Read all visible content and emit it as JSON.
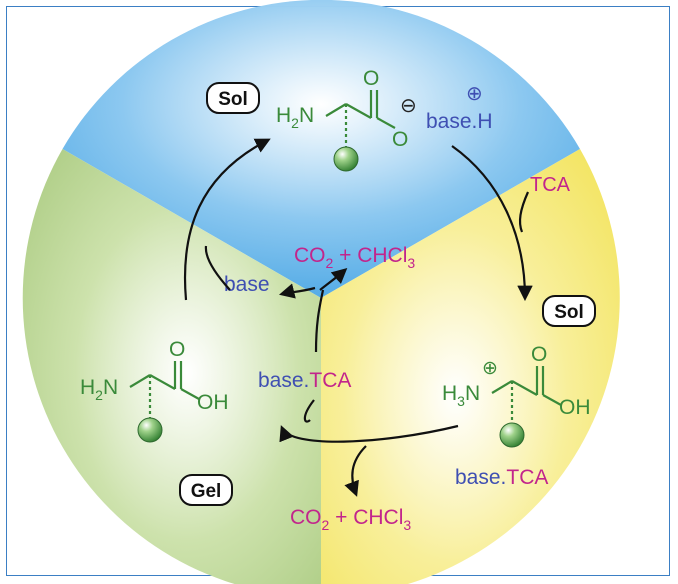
{
  "colors": {
    "frame": "#3b7fc4",
    "sector_blue": "#5fb0e8",
    "sector_yellow": "#f4e76a",
    "sector_green": "#b3d08c",
    "molecule_green": "#3a8a3a",
    "base_blue": "#3f4fb2",
    "tca_magenta": "#c2258c",
    "arrow": "#111111"
  },
  "phases": {
    "top": "Sol",
    "right": "Sol",
    "bottom_left": "Gel"
  },
  "molecules": {
    "top": {
      "amine": "H",
      "amine_sub": "2",
      "amine_tail": "N",
      "carbonyl_o": "O",
      "ester_o": "O",
      "minus": "⊖"
    },
    "right": {
      "amine": "H",
      "amine_sub": "3",
      "amine_tail": "N",
      "plus": "⊕",
      "carbonyl_o": "O",
      "hydroxyl": "OH"
    },
    "left": {
      "amine": "H",
      "amine_sub": "2",
      "amine_tail": "N",
      "carbonyl_o": "O",
      "hydroxyl": "OH"
    }
  },
  "labels": {
    "top_plus": "⊕",
    "top_base": "base.H",
    "tca_in": "TCA",
    "right_base": "base.",
    "right_tca": "TCA",
    "center_base": "base.",
    "center_tca": "TCA",
    "base_left": "base",
    "co2_center_a": "CO",
    "co2_center_sub": "2",
    "co2_center_b": " + CHCl",
    "co2_center_sub2": "3",
    "co2_bottom_a": "CO",
    "co2_bottom_sub": "2",
    "co2_bottom_b": " + CHCl",
    "co2_bottom_sub2": "3"
  }
}
